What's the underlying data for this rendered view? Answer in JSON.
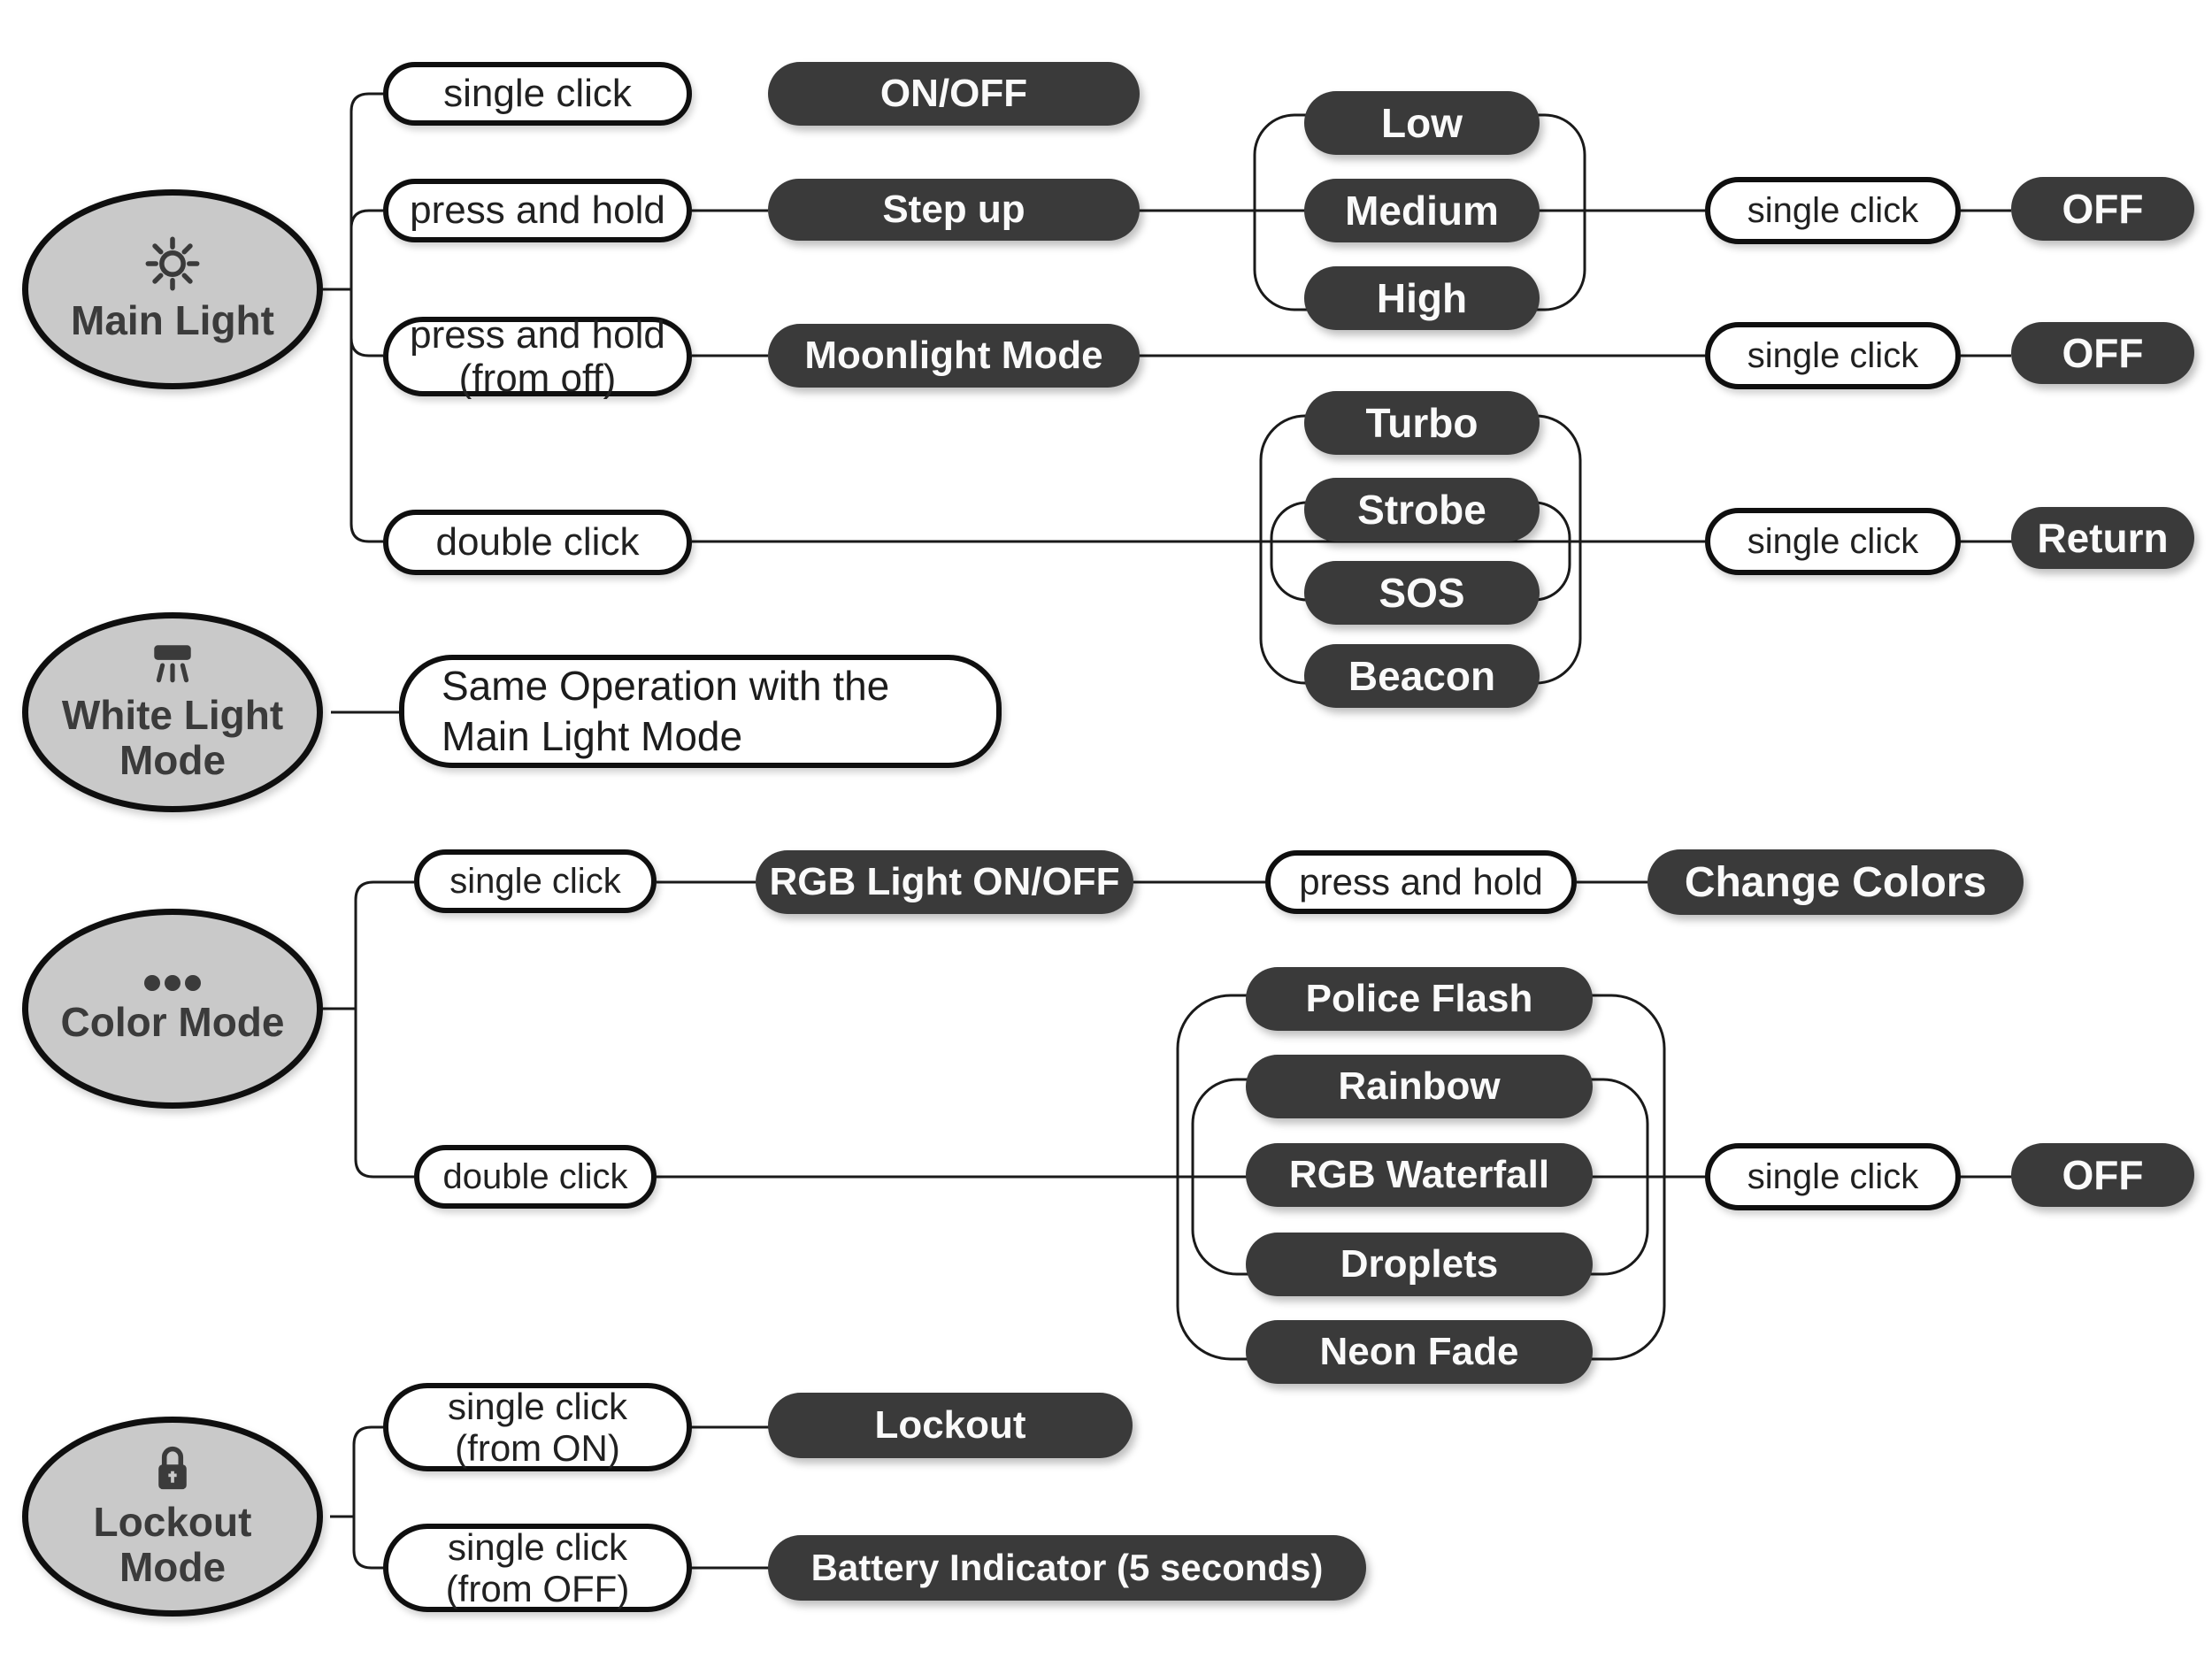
{
  "colors": {
    "result_pill": "#3a3a3a",
    "ellipse_fill": "#c9c9c9",
    "outline": "#0f0f0f",
    "connector": "#1a1a1a"
  },
  "main": {
    "title": "Main Light",
    "icon": "sun-icon",
    "r1": {
      "action": "single click",
      "result": "ON/OFF"
    },
    "r2": {
      "action": "press and hold",
      "result": "Step up",
      "levels": [
        "Low",
        "Medium",
        "High"
      ],
      "then_action": "single click",
      "then_result": "OFF"
    },
    "r3": {
      "action": "press and hold",
      "action_note": "(from off)",
      "result": "Moonlight Mode",
      "then_action": "single click",
      "then_result": "OFF"
    },
    "r4": {
      "action": "double click",
      "modes": [
        "Turbo",
        "Strobe",
        "SOS",
        "Beacon"
      ],
      "then_action": "single click",
      "then_result": "Return"
    }
  },
  "white": {
    "title_line1": "White Light",
    "title_line2": "Mode",
    "icon": "ceiling-light-icon",
    "note": "Same Operation with the Main Light Mode"
  },
  "color": {
    "title": "Color Mode",
    "icon": "three-dots-icon",
    "r1": {
      "action": "single click",
      "result": "RGB Light ON/OFF",
      "then_action": "press and hold",
      "then_result": "Change Colors"
    },
    "r2": {
      "action": "double click",
      "effects": [
        "Police Flash",
        "Rainbow",
        "RGB Waterfall",
        "Droplets",
        "Neon Fade"
      ],
      "then_action": "single click",
      "then_result": "OFF"
    }
  },
  "lockout": {
    "title_line1": "Lockout",
    "title_line2": "Mode",
    "icon": "padlock-icon",
    "r1": {
      "action": "single click",
      "action_note": "(from ON)",
      "result": "Lockout"
    },
    "r2": {
      "action": "single click",
      "action_note": "(from OFF)",
      "result": "Battery Indicator (5 seconds)"
    }
  }
}
